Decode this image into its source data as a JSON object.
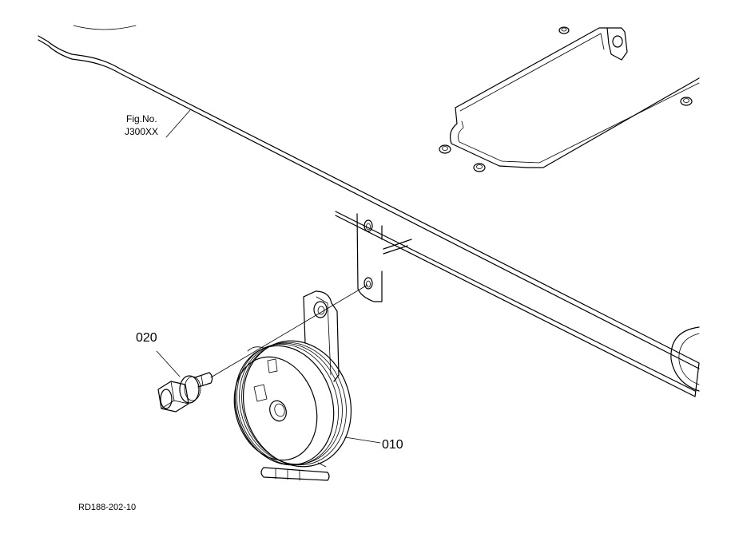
{
  "figure_reference": {
    "line1": "Fig.No.",
    "line2": "J300XX"
  },
  "callouts": {
    "horn": "010",
    "bolt": "020"
  },
  "drawing_code": "RD188-202-10"
}
